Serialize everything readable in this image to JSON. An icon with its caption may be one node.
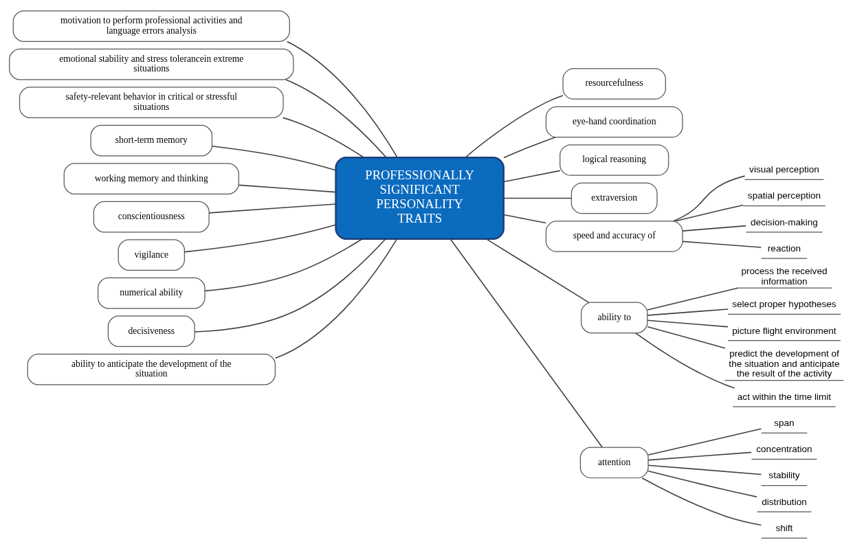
{
  "diagram": {
    "nodes": [
      {
        "text": [
          "PROFESSIONALLY SIGNIFICANT PERSONALITY TRAITS"
        ]
      },
      {
        "text": [
          "motivation to perform professional activities and language errors analysis"
        ]
      },
      {
        "text": [
          "emotional stability and stress tolerancein extreme situations"
        ]
      },
      {
        "text": [
          "safety-relevant behavior in critical or stressful situations"
        ]
      },
      {
        "text": [
          "short-term memory"
        ]
      },
      {
        "text": [
          "working memory and thinking"
        ]
      },
      {
        "text": [
          "conscientiousness"
        ]
      },
      {
        "text": [
          "vigilance"
        ]
      },
      {
        "text": [
          "numerical ability"
        ]
      },
      {
        "text": [
          "decisiveness"
        ]
      },
      {
        "text": [
          "ability to anticipate the development of the situation"
        ]
      },
      {
        "text": [
          "resourcefulness"
        ]
      },
      {
        "text": [
          "eye-hand coordination"
        ]
      },
      {
        "text": [
          "logical reasoning"
        ]
      },
      {
        "text": [
          "extraversion"
        ]
      },
      {
        "text": [
          "speed and accuracy of"
        ]
      },
      {
        "text": [
          "visual perception"
        ]
      },
      {
        "text": [
          "spatial perception"
        ]
      },
      {
        "text": [
          "decision-making"
        ]
      },
      {
        "text": [
          "reaction"
        ]
      },
      {
        "text": [
          "ability to"
        ]
      },
      {
        "text": [
          "process the received information"
        ]
      },
      {
        "text": [
          "select proper hypotheses"
        ]
      },
      {
        "text": [
          "picture flight environment"
        ]
      },
      {
        "text": [
          "predict the development of the situation and anticipate the result of the activity"
        ]
      },
      {
        "text": [
          "act within the time limit"
        ]
      },
      {
        "text": [
          "attention"
        ]
      },
      {
        "text": [
          "span"
        ]
      },
      {
        "text": [
          "concentration"
        ]
      },
      {
        "text": [
          "stability"
        ]
      },
      {
        "text": [
          "distribution"
        ]
      },
      {
        "text": [
          "shift"
        ]
      }
    ],
    "edges": [
      {
        "from": 1,
        "to": 0,
        "arrow": "none"
      },
      {
        "from": 2,
        "to": 0,
        "arrow": "none"
      },
      {
        "from": 3,
        "to": 0,
        "arrow": "none"
      },
      {
        "from": 4,
        "to": 0,
        "arrow": "none"
      },
      {
        "from": 5,
        "to": 0,
        "arrow": "none"
      },
      {
        "from": 6,
        "to": 0,
        "arrow": "none"
      },
      {
        "from": 7,
        "to": 0,
        "arrow": "none"
      },
      {
        "from": 8,
        "to": 0,
        "arrow": "none"
      },
      {
        "from": 9,
        "to": 0,
        "arrow": "none"
      },
      {
        "from": 10,
        "to": 0,
        "arrow": "none"
      },
      {
        "from": 0,
        "to": 11,
        "arrow": "none"
      },
      {
        "from": 0,
        "to": 12,
        "arrow": "none"
      },
      {
        "from": 0,
        "to": 13,
        "arrow": "none"
      },
      {
        "from": 0,
        "to": 14,
        "arrow": "none"
      },
      {
        "from": 0,
        "to": 15,
        "arrow": "none"
      },
      {
        "from": 15,
        "to": 16,
        "arrow": "none"
      },
      {
        "from": 15,
        "to": 17,
        "arrow": "none"
      },
      {
        "from": 15,
        "to": 18,
        "arrow": "none"
      },
      {
        "from": 15,
        "to": 19,
        "arrow": "none"
      },
      {
        "from": 0,
        "to": 20,
        "arrow": "none"
      },
      {
        "from": 20,
        "to": 21,
        "arrow": "none"
      },
      {
        "from": 20,
        "to": 22,
        "arrow": "none"
      },
      {
        "from": 20,
        "to": 23,
        "arrow": "none"
      },
      {
        "from": 20,
        "to": 24,
        "arrow": "none"
      },
      {
        "from": 20,
        "to": 25,
        "arrow": "none"
      },
      {
        "from": 0,
        "to": 26,
        "arrow": "none"
      },
      {
        "from": 26,
        "to": 27,
        "arrow": "none"
      },
      {
        "from": 26,
        "to": 28,
        "arrow": "none"
      },
      {
        "from": 26,
        "to": 29,
        "arrow": "none"
      },
      {
        "from": 26,
        "to": 30,
        "arrow": "none"
      },
      {
        "from": 26,
        "to": 31,
        "arrow": "none"
      }
    ]
  }
}
